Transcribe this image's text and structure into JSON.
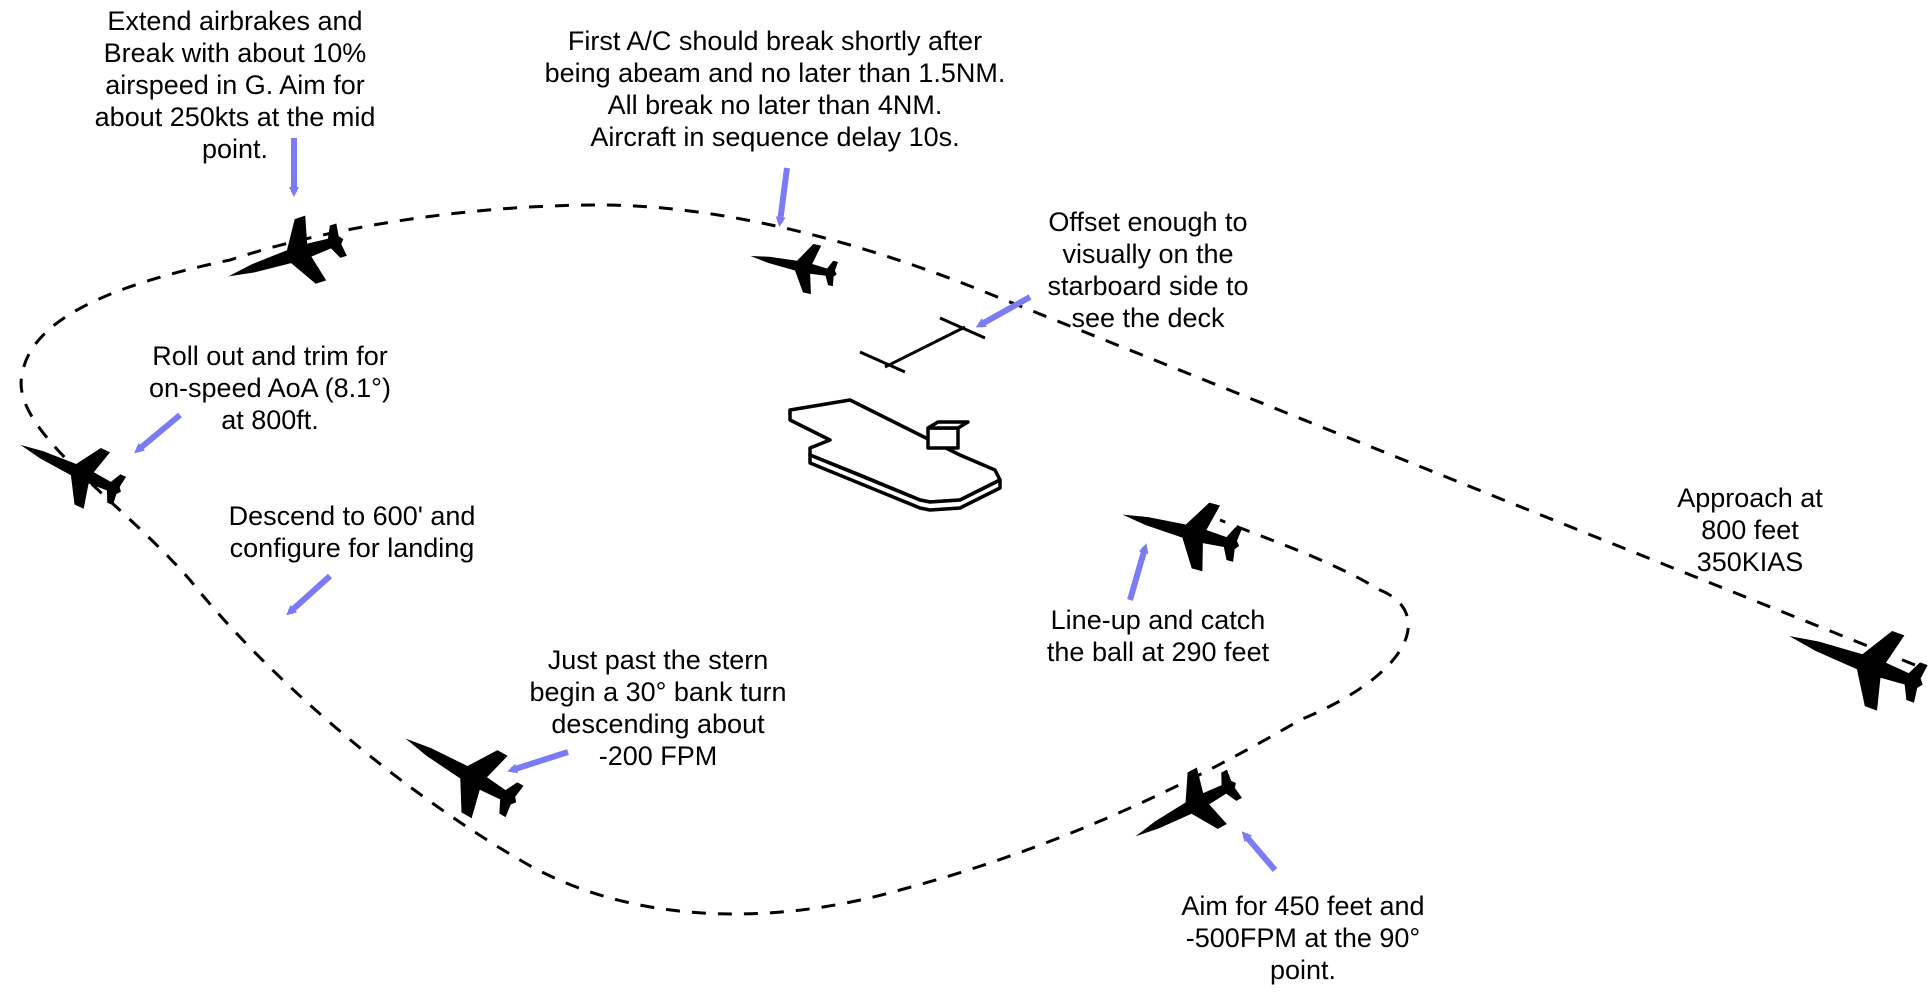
{
  "notes": {
    "break": "Extend airbrakes and\nBreak with about 10%\nairspeed in G. Aim for\nabout 250kts at the mid\npoint.",
    "first_ac": "First A/C should break shortly after\nbeing abeam and no later than 1.5NM.\nAll break no later than 4NM.\nAircraft in sequence delay 10s.",
    "offset": "Offset enough to\nvisually on the\nstarboard side to\nsee the deck",
    "rollout": "Roll out and trim for\non-speed AoA (8.1°)\nat 800ft.",
    "descend": "Descend to 600' and\nconfigure for landing",
    "approach": "Approach at\n800 feet\n350KIAS",
    "lineup": "Line-up and catch\nthe ball at 290 feet",
    "stern": "Just past the stern\nbegin a 30° bank turn\ndescending about\n-200 FPM",
    "aim90": "Aim for 450 feet and\n-500FPM at the 90°\npoint."
  },
  "colors": {
    "arrow": "#7b7bf5",
    "line": "#000000",
    "background": "#ffffff"
  },
  "icons": [
    "jet-icon",
    "carrier-icon",
    "arrow-icon"
  ]
}
